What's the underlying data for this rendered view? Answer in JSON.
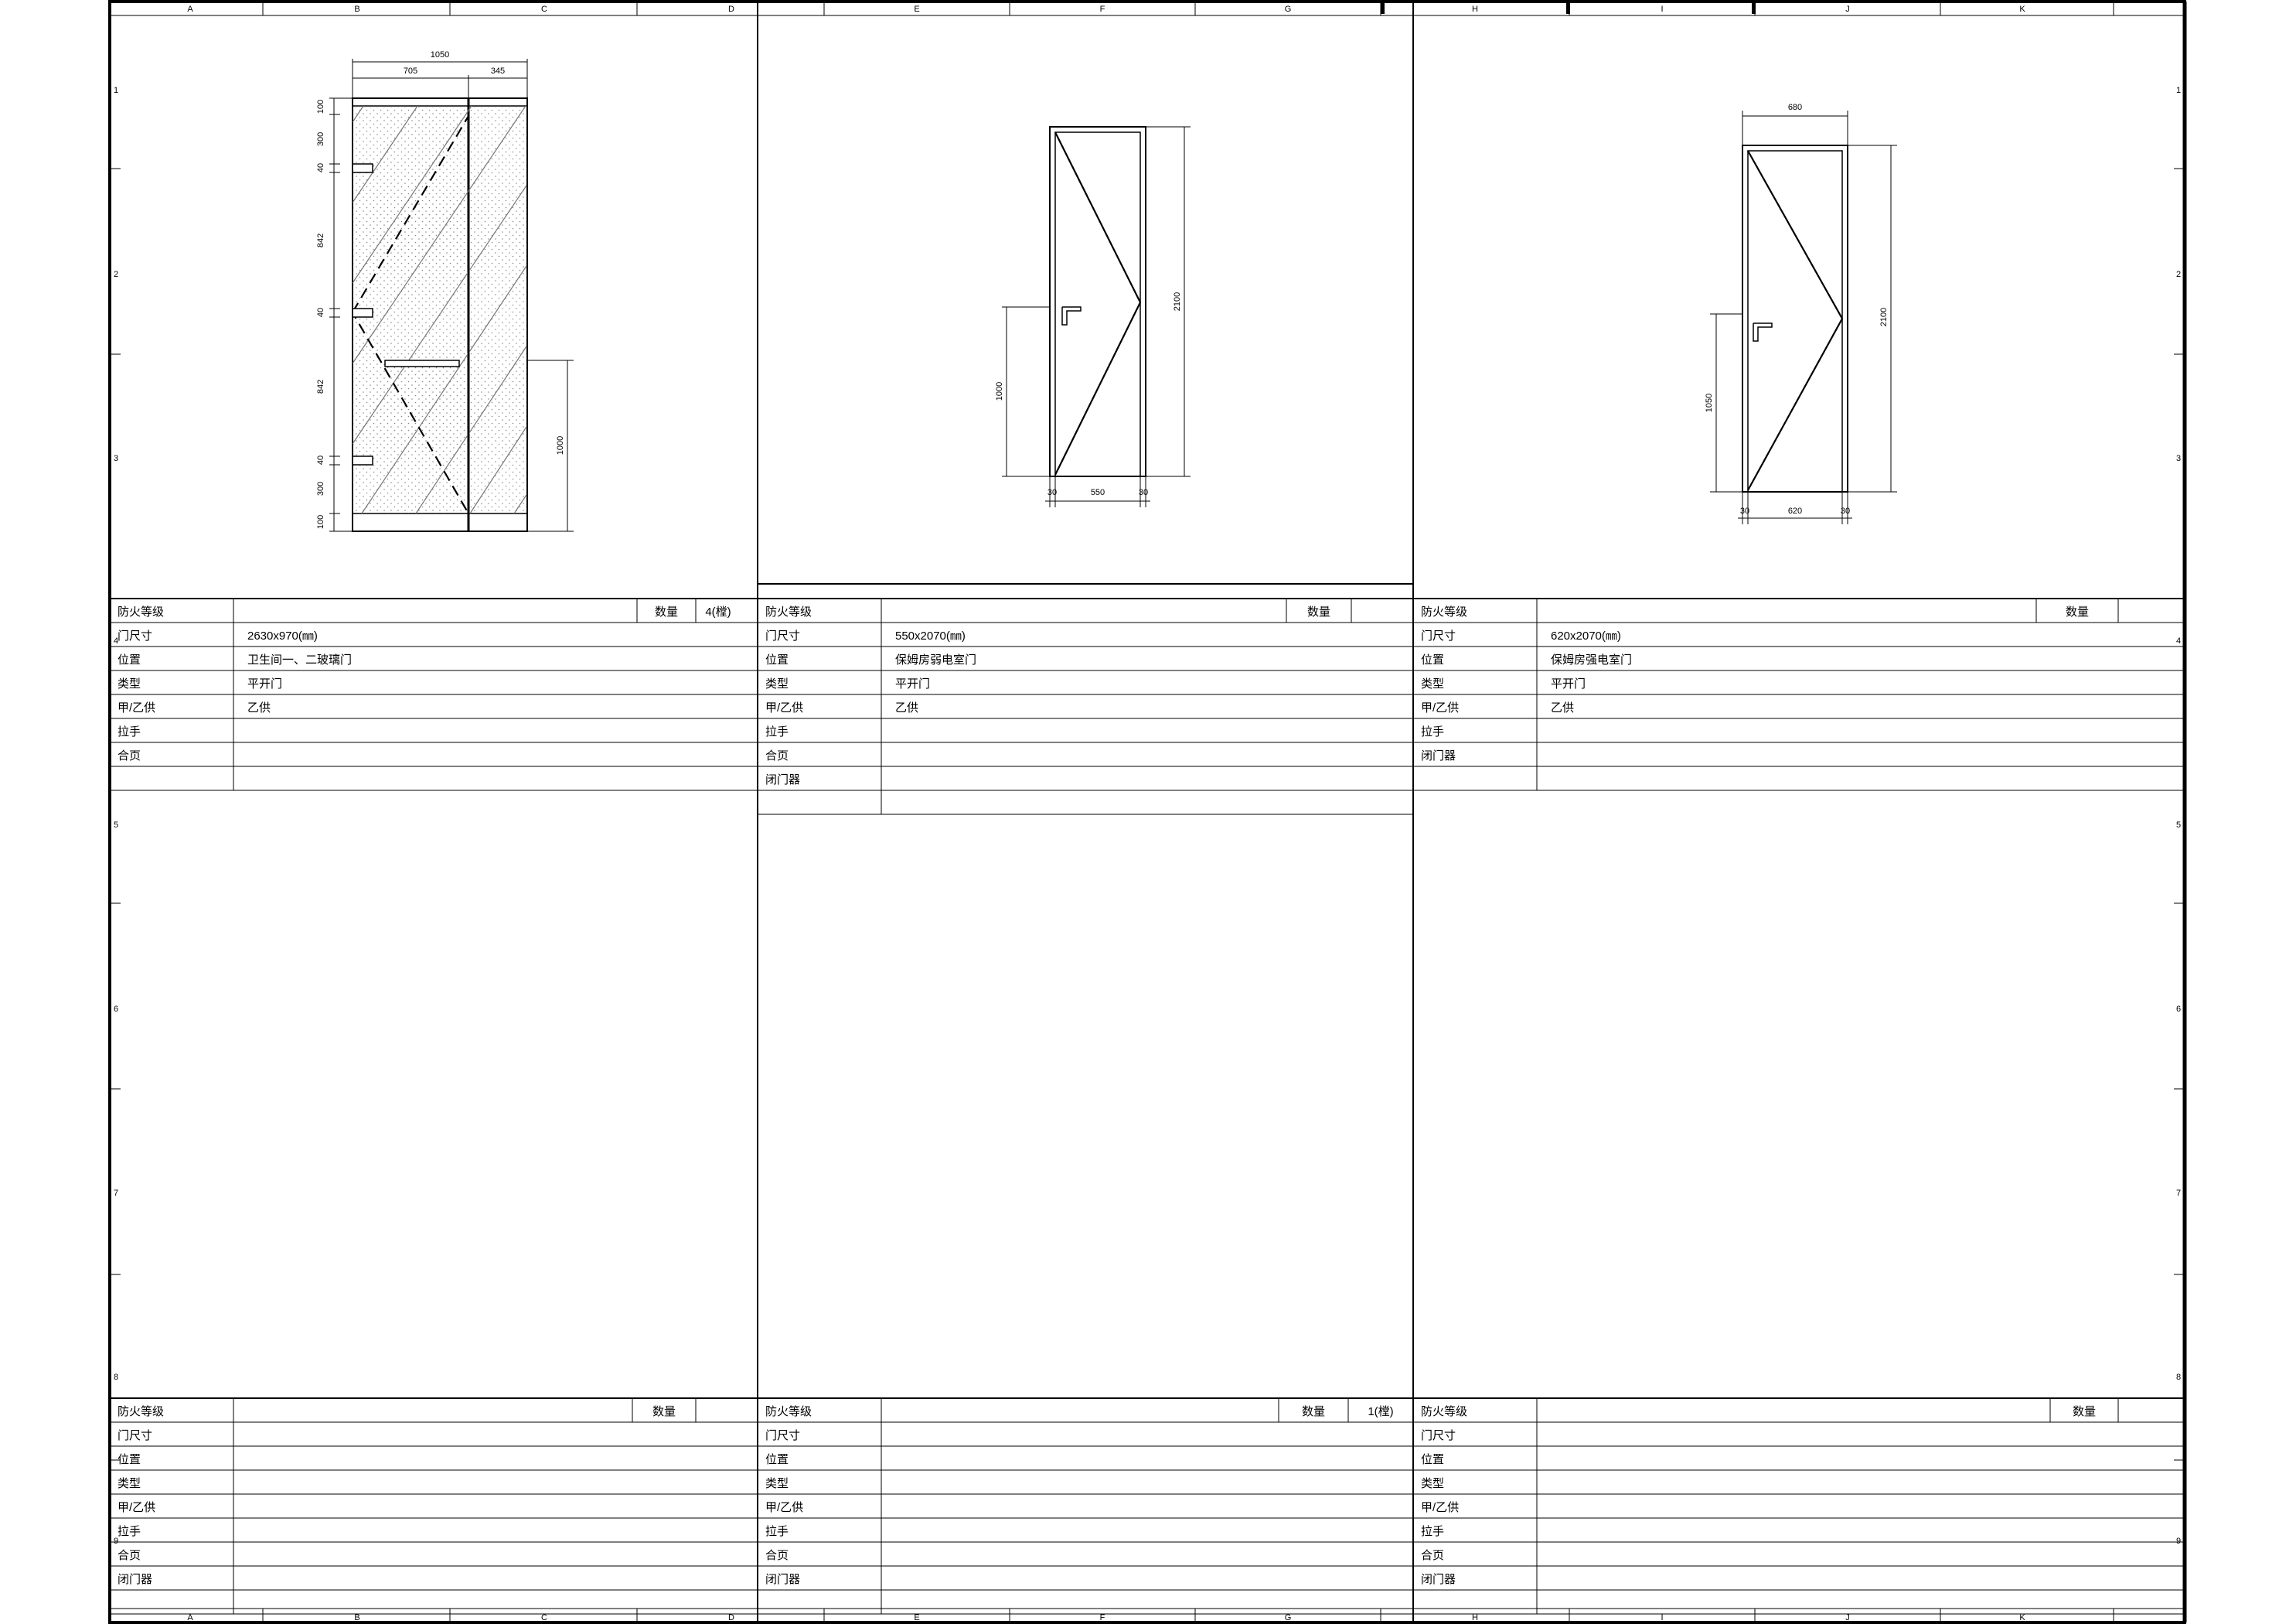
{
  "grid": {
    "top_columns": [
      "A",
      "B",
      "C",
      "D",
      "E",
      "F",
      "G",
      "H",
      "I",
      "J",
      "K"
    ],
    "bottom_columns": [
      "A",
      "B",
      "C",
      "D",
      "E",
      "F",
      "G",
      "H",
      "I",
      "J",
      "K"
    ],
    "rows": [
      "1",
      "2",
      "3",
      "4",
      "5",
      "6",
      "7",
      "8",
      "9"
    ]
  },
  "panels": [
    {
      "drawing": {
        "dims": {
          "overall_width": "1050",
          "leaf_width": "705",
          "side_width": "345",
          "seg_100_top": "100",
          "seg_300_top": "300",
          "seg_40_a": "40",
          "seg_842_a": "842",
          "seg_40_b": "40",
          "seg_842_b": "842",
          "seg_40_c": "40",
          "seg_300_bottom": "300",
          "seg_100_bottom": "100",
          "handle_height": "1000"
        }
      },
      "upper_table": {
        "fire_rating_label": "防火等级",
        "quantity_label": "数量",
        "quantity_value": "4(樘)",
        "rows": [
          {
            "label": "门尺寸",
            "value": "2630x970(㎜)"
          },
          {
            "label": "位置",
            "value": "卫生间一、二玻璃门"
          },
          {
            "label": "类型",
            "value": "平开门"
          },
          {
            "label": "甲/乙供",
            "value": "乙供"
          },
          {
            "label": "拉手",
            "value": ""
          },
          {
            "label": "合页",
            "value": ""
          },
          {
            "label": "",
            "value": ""
          }
        ]
      },
      "lower_table": {
        "fire_rating_label": "防火等级",
        "quantity_label": "数量",
        "quantity_value": "",
        "rows": [
          {
            "label": "门尺寸",
            "value": ""
          },
          {
            "label": "位置",
            "value": ""
          },
          {
            "label": "类型",
            "value": ""
          },
          {
            "label": "甲/乙供",
            "value": ""
          },
          {
            "label": "拉手",
            "value": ""
          },
          {
            "label": "合页",
            "value": ""
          },
          {
            "label": "闭门器",
            "value": ""
          },
          {
            "label": "",
            "value": ""
          }
        ]
      }
    },
    {
      "drawing": {
        "dims": {
          "height": "2100",
          "handle_height": "1000",
          "frame_left": "30",
          "leaf_width": "550",
          "frame_right": "30"
        }
      },
      "upper_table": {
        "fire_rating_label": "防火等级",
        "quantity_label": "数量",
        "quantity_value": "",
        "rows": [
          {
            "label": "门尺寸",
            "value": "550x2070(㎜)"
          },
          {
            "label": "位置",
            "value": "保姆房弱电室门"
          },
          {
            "label": "类型",
            "value": "平开门"
          },
          {
            "label": "甲/乙供",
            "value": "乙供"
          },
          {
            "label": "拉手",
            "value": ""
          },
          {
            "label": "合页",
            "value": ""
          },
          {
            "label": "闭门器",
            "value": ""
          },
          {
            "label": "",
            "value": ""
          }
        ]
      },
      "lower_table": {
        "fire_rating_label": "防火等级",
        "quantity_label": "数量",
        "quantity_value": "1(樘)",
        "rows": [
          {
            "label": "门尺寸",
            "value": ""
          },
          {
            "label": "位置",
            "value": ""
          },
          {
            "label": "类型",
            "value": ""
          },
          {
            "label": "甲/乙供",
            "value": ""
          },
          {
            "label": "拉手",
            "value": ""
          },
          {
            "label": "合页",
            "value": ""
          },
          {
            "label": "闭门器",
            "value": ""
          },
          {
            "label": "",
            "value": ""
          }
        ]
      }
    },
    {
      "drawing": {
        "dims": {
          "overall_width": "680",
          "height": "2100",
          "handle_height": "1050",
          "frame_left": "30",
          "leaf_width": "620",
          "frame_right": "30"
        }
      },
      "upper_table": {
        "fire_rating_label": "防火等级",
        "quantity_label": "数量",
        "quantity_value": "",
        "rows": [
          {
            "label": "门尺寸",
            "value": "620x2070(㎜)"
          },
          {
            "label": "位置",
            "value": "保姆房强电室门"
          },
          {
            "label": "类型",
            "value": "平开门"
          },
          {
            "label": "甲/乙供",
            "value": "乙供"
          },
          {
            "label": "拉手",
            "value": ""
          },
          {
            "label": "闭门器",
            "value": ""
          },
          {
            "label": "",
            "value": ""
          }
        ]
      },
      "lower_table": {
        "fire_rating_label": "防火等级",
        "quantity_label": "数量",
        "quantity_value": "",
        "rows": [
          {
            "label": "门尺寸",
            "value": ""
          },
          {
            "label": "位置",
            "value": ""
          },
          {
            "label": "类型",
            "value": ""
          },
          {
            "label": "甲/乙供",
            "value": ""
          },
          {
            "label": "拉手",
            "value": ""
          },
          {
            "label": "合页",
            "value": ""
          },
          {
            "label": "闭门器",
            "value": ""
          },
          {
            "label": "",
            "value": ""
          }
        ]
      }
    }
  ]
}
